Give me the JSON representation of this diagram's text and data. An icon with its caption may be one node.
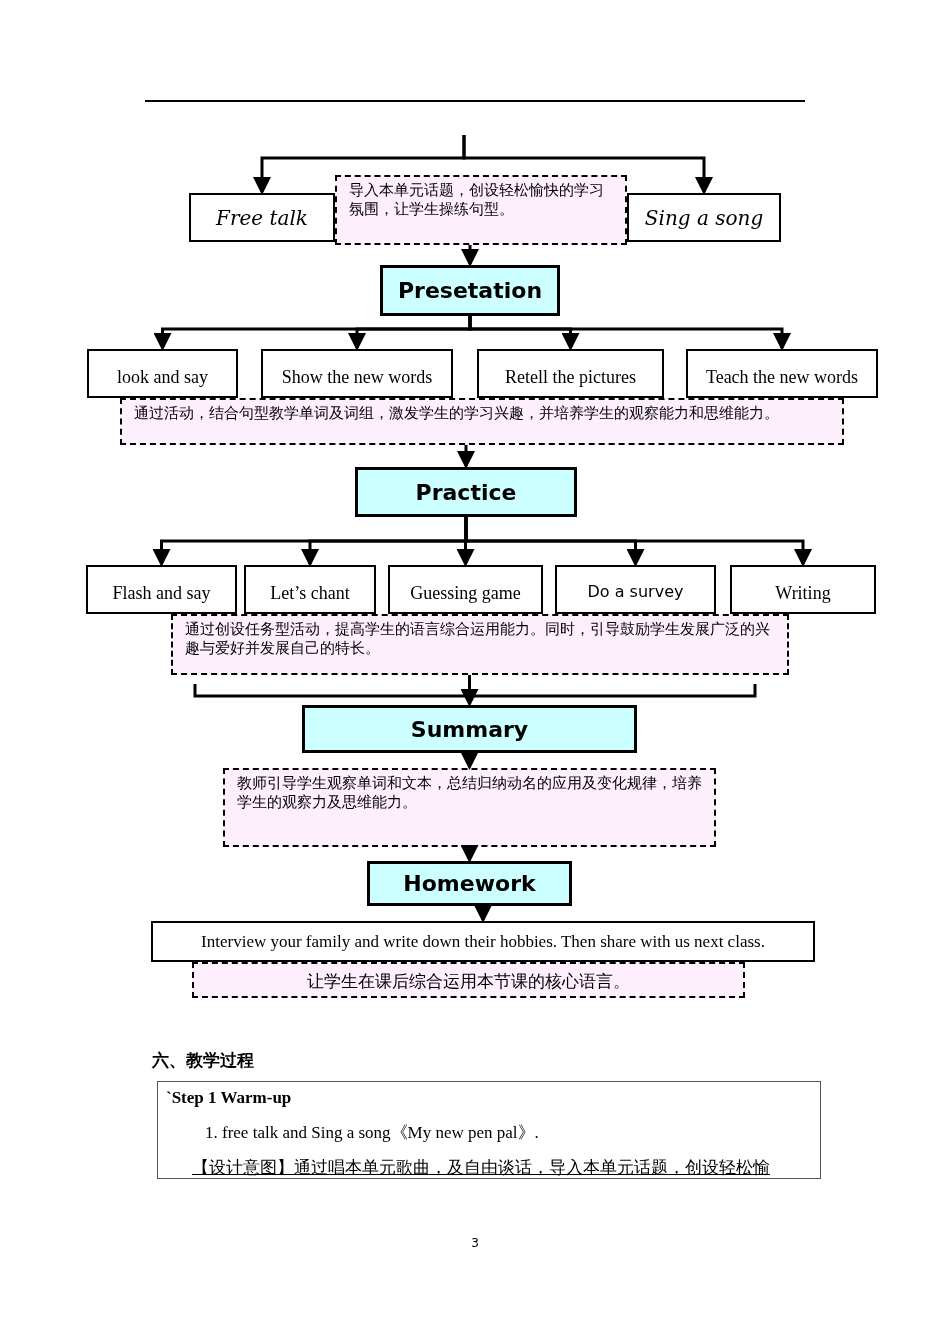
{
  "diagram": {
    "nodes": [
      {
        "text": [
          "Free talk"
        ]
      },
      {
        "text": [
          "导入本单元话题，创设轻松愉快的学习氛围，让学生操练句型。"
        ]
      },
      {
        "text": [
          "Sing a song"
        ]
      },
      {
        "text": [
          "Presetation"
        ]
      },
      {
        "text": [
          "look and say"
        ]
      },
      {
        "text": [
          "Show the new words"
        ]
      },
      {
        "text": [
          "Retell the pictures"
        ]
      },
      {
        "text": [
          "Teach the new words"
        ]
      },
      {
        "text": [
          "通过活动，结合句型教学单词及词组，激发学生的学习兴趣，并培养学生的观察能力和思维能力。"
        ]
      },
      {
        "text": [
          "Practice"
        ]
      },
      {
        "text": [
          "Flash and say"
        ]
      },
      {
        "text": [
          "Let’s chant"
        ]
      },
      {
        "text": [
          "Guessing game"
        ]
      },
      {
        "text": [
          "Do a survey"
        ]
      },
      {
        "text": [
          "Writing"
        ]
      },
      {
        "text": [
          "通过创设任务型活动，提高学生的语言综合运用能力。同时，引导鼓励学生发展广泛的兴趣与爱好并发展自己的特长。"
        ]
      },
      {
        "text": [
          "Summary"
        ]
      },
      {
        "text": [
          "教师引导学生观察单词和文本，总结归纳动名的应用及变化规律，培养学生的观察力及思维能力。"
        ]
      },
      {
        "text": [
          "Homework"
        ]
      },
      {
        "text": [
          "Interview your family and write down their hobbies. Then share with us next class."
        ]
      },
      {
        "text": [
          "让学生在课后综合运用本节课的核心语言。"
        ]
      }
    ],
    "edges": [
      {
        "from": null,
        "to": 0,
        "arrow": "to"
      },
      {
        "from": null,
        "to": 2,
        "arrow": "to"
      },
      {
        "from": 1,
        "to": 3,
        "arrow": "to"
      },
      {
        "from": 3,
        "to": 4,
        "arrow": "to"
      },
      {
        "from": 3,
        "to": 5,
        "arrow": "to"
      },
      {
        "from": 3,
        "to": 6,
        "arrow": "to"
      },
      {
        "from": 3,
        "to": 7,
        "arrow": "to"
      },
      {
        "from": 8,
        "to": 9,
        "arrow": "to"
      },
      {
        "from": 9,
        "to": 10,
        "arrow": "to"
      },
      {
        "from": 9,
        "to": 11,
        "arrow": "to"
      },
      {
        "from": 9,
        "to": 12,
        "arrow": "to"
      },
      {
        "from": 9,
        "to": 13,
        "arrow": "to"
      },
      {
        "from": 9,
        "to": 14,
        "arrow": "to"
      },
      {
        "from": 15,
        "to": 16,
        "arrow": "to"
      },
      {
        "from": 16,
        "to": 17,
        "arrow": "to"
      },
      {
        "from": 17,
        "to": 18,
        "arrow": "to"
      },
      {
        "from": 18,
        "to": 19,
        "arrow": "to"
      }
    ],
    "labels": [
      "六、教学过程",
      "`Step 1 Warm-up",
      "1. free talk and Sing a song《My new pen pal》.",
      "【设计意图】通过唱本单元歌曲，及自由谈话，导入本单元话题，创设轻松愉",
      "3"
    ]
  }
}
